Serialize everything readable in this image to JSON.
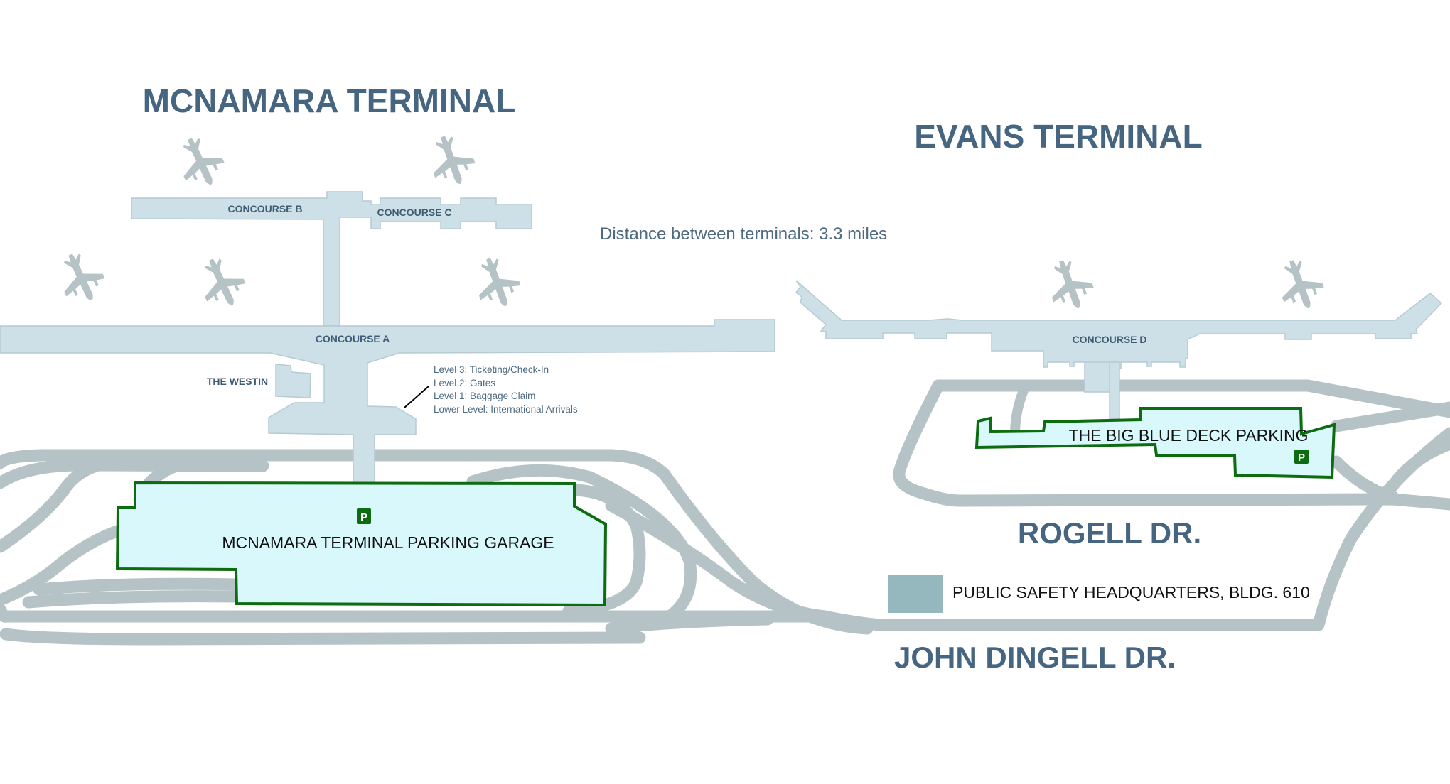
{
  "map": {
    "terminals": [
      {
        "name": "MCNAMARA TERMINAL"
      },
      {
        "name": "EVANS TERMINAL"
      }
    ],
    "concourses": [
      {
        "label": "CONCOURSE B"
      },
      {
        "label": "CONCOURSE C"
      },
      {
        "label": "CONCOURSE A"
      },
      {
        "label": "CONCOURSE D"
      }
    ],
    "landmarks": {
      "westin": "THE WESTIN",
      "distance_note": "Distance between terminals: 3.3 miles"
    },
    "levels": [
      "Level 3:  Ticketing/Check-In",
      "Level 2: Gates",
      "Level 1: Baggage Claim",
      "Lower Level: International Arrivals"
    ],
    "parking": [
      {
        "label": "MCNAMARA TERMINAL PARKING GARAGE",
        "sign": "P"
      },
      {
        "label": "THE BIG BLUE DECK PARKING",
        "sign": "P"
      }
    ],
    "legend": {
      "label": "PUBLIC SAFETY HEADQUARTERS, BLDG. 610",
      "swatch_color": "#94b8bd"
    },
    "streets": {
      "rogell": "ROGELL DR.",
      "john_dingell": "JOHN DINGELL DR."
    },
    "colors": {
      "title": "#456580",
      "building": "#cde0e8",
      "road": "#b6c3c6",
      "parking_fill": "#d8f8fb",
      "parking_outline": "#0d6b10"
    },
    "icons": {
      "plane": "airplane-icon",
      "parking": "parking-sign-icon"
    }
  }
}
